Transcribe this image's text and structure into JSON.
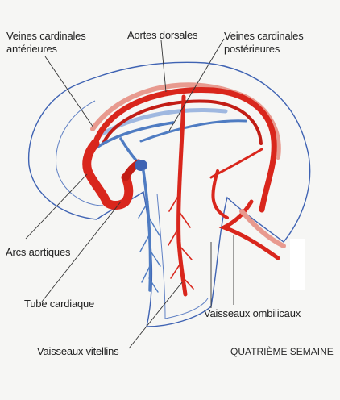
{
  "labels": {
    "veines_cardinales_anterieures_line1": "Veines cardinales",
    "veines_cardinales_anterieures_line2": "antérieures",
    "aortes_dorsales": "Aortes dorsales",
    "veines_cardinales_posterieures_line1": "Veines cardinales",
    "veines_cardinales_posterieures_line2": "postérieures",
    "arcs_aortiques": "Arcs aortiques",
    "tube_cardiaque": "Tube cardiaque",
    "vaisseaux_vitellins": "Vaisseaux vitellins",
    "vaisseaux_ombilicaux": "Vaisseaux ombilicaux",
    "caption": "QUATRIÈME SEMAINE"
  },
  "colors": {
    "background": "#f6f6f4",
    "embryo_outline": "#3f63b3",
    "artery": "#d9261c",
    "artery_dark": "#a8140f",
    "artery_pale": "#e89a8f",
    "vein": "#4f7cc2",
    "vein_pale": "#9fb8e0",
    "leader_line": "#333333"
  }
}
